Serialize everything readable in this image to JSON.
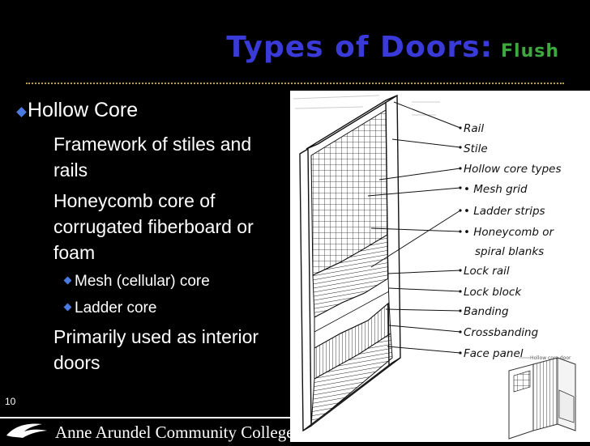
{
  "slide": {
    "title": "Types of Doors:",
    "subtitle": "Flush",
    "page_number": "10",
    "footer_logo_text": "Anne Arundel Community College"
  },
  "bullets": {
    "level1": "Hollow Core",
    "level2_a": "Framework of stiles and rails",
    "level2_b": "Honeycomb core of corrugated fiberboard or foam",
    "level3_a": "Mesh (cellular) core",
    "level3_b": "Ladder core",
    "level2_c": "Primarily used as interior doors"
  },
  "figure": {
    "labels": [
      "Rail",
      "Stile",
      "Hollow core types",
      "• Mesh grid",
      "• Ladder strips",
      "• Honeycomb or",
      "spiral blanks",
      "Lock rail",
      "Lock block",
      "Banding",
      "Crossbanding",
      "Face panel"
    ],
    "inset_caption": "Hollow core door"
  },
  "colors": {
    "background": "#000000",
    "title": "#3a3ad8",
    "subtitle": "#3ea83e",
    "text": "#ffffff",
    "bullet": "#4a7ae0",
    "rule": "#b8a040"
  }
}
